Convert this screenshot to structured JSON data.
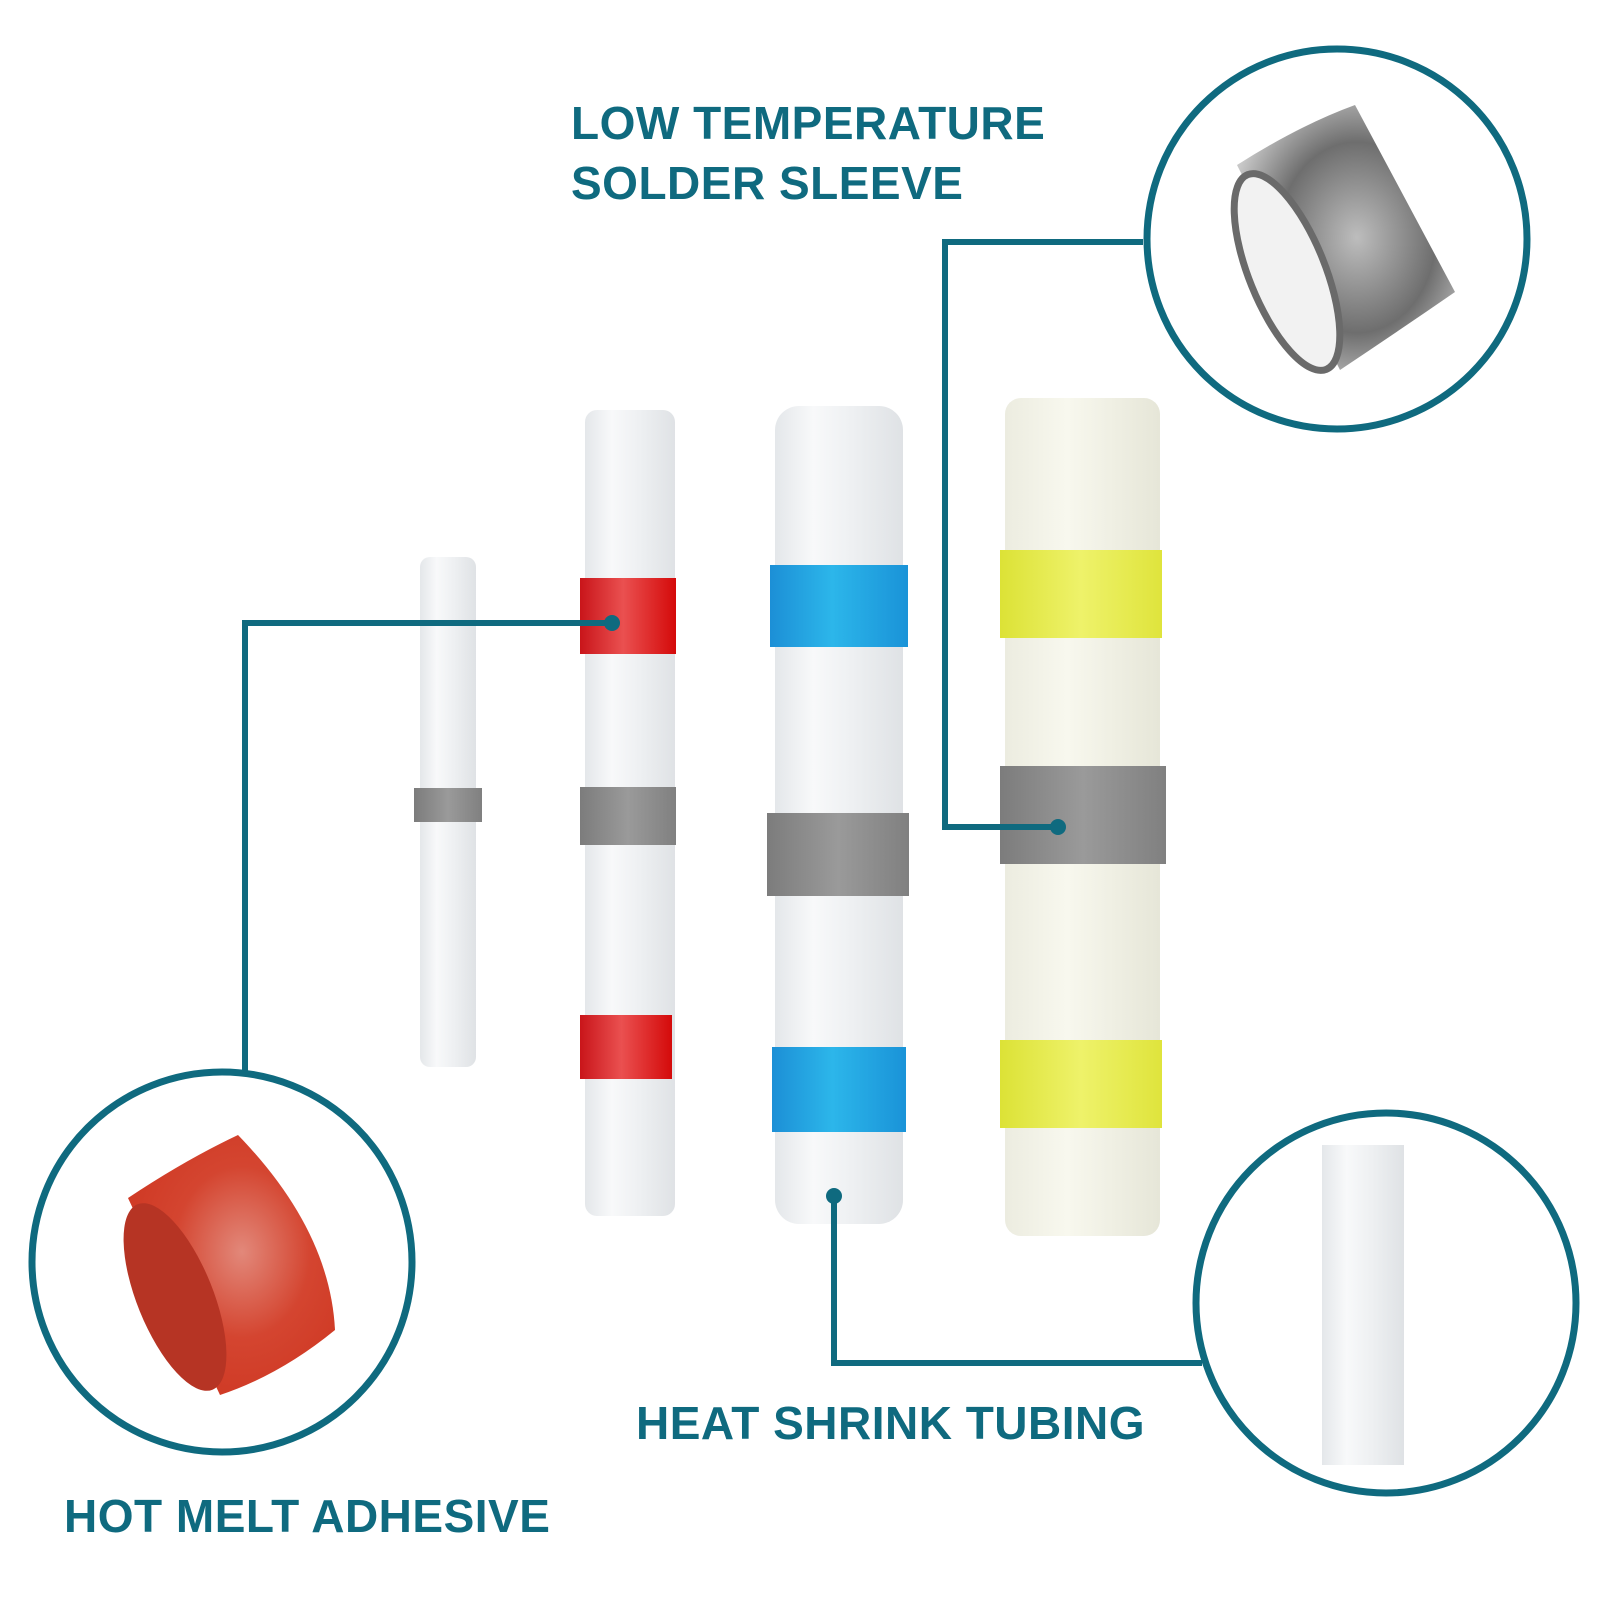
{
  "labels": {
    "solder_line1": "LOW TEMPERATURE",
    "solder_line2": "SOLDER SLEEVE",
    "hot_melt": "HOT MELT ADHESIVE",
    "heat_shrink": "HEAT SHRINK TUBING"
  },
  "colors": {
    "accent": "#0f6a7f",
    "red_ring": "#d4161a",
    "blue_ring": "#1a9be0",
    "yellow_ring": "#e3ea3a",
    "gray_ring": "#8a8a8a",
    "tube_clear": "#eef1f4",
    "hot_melt_piece": "#d43f2a"
  },
  "connectors": [
    {
      "size": "small",
      "band_color": "white",
      "solder_color": "gray"
    },
    {
      "size": "medium",
      "band_color": "red",
      "solder_color": "gray"
    },
    {
      "size": "large",
      "band_color": "blue",
      "solder_color": "gray"
    },
    {
      "size": "xlarge",
      "band_color": "yellow",
      "solder_color": "gray"
    }
  ],
  "callouts": [
    {
      "name": "low-temperature-solder-sleeve",
      "detail": "gray-ring"
    },
    {
      "name": "hot-melt-adhesive",
      "detail": "red-ring"
    },
    {
      "name": "heat-shrink-tubing",
      "detail": "clear-tube"
    }
  ]
}
